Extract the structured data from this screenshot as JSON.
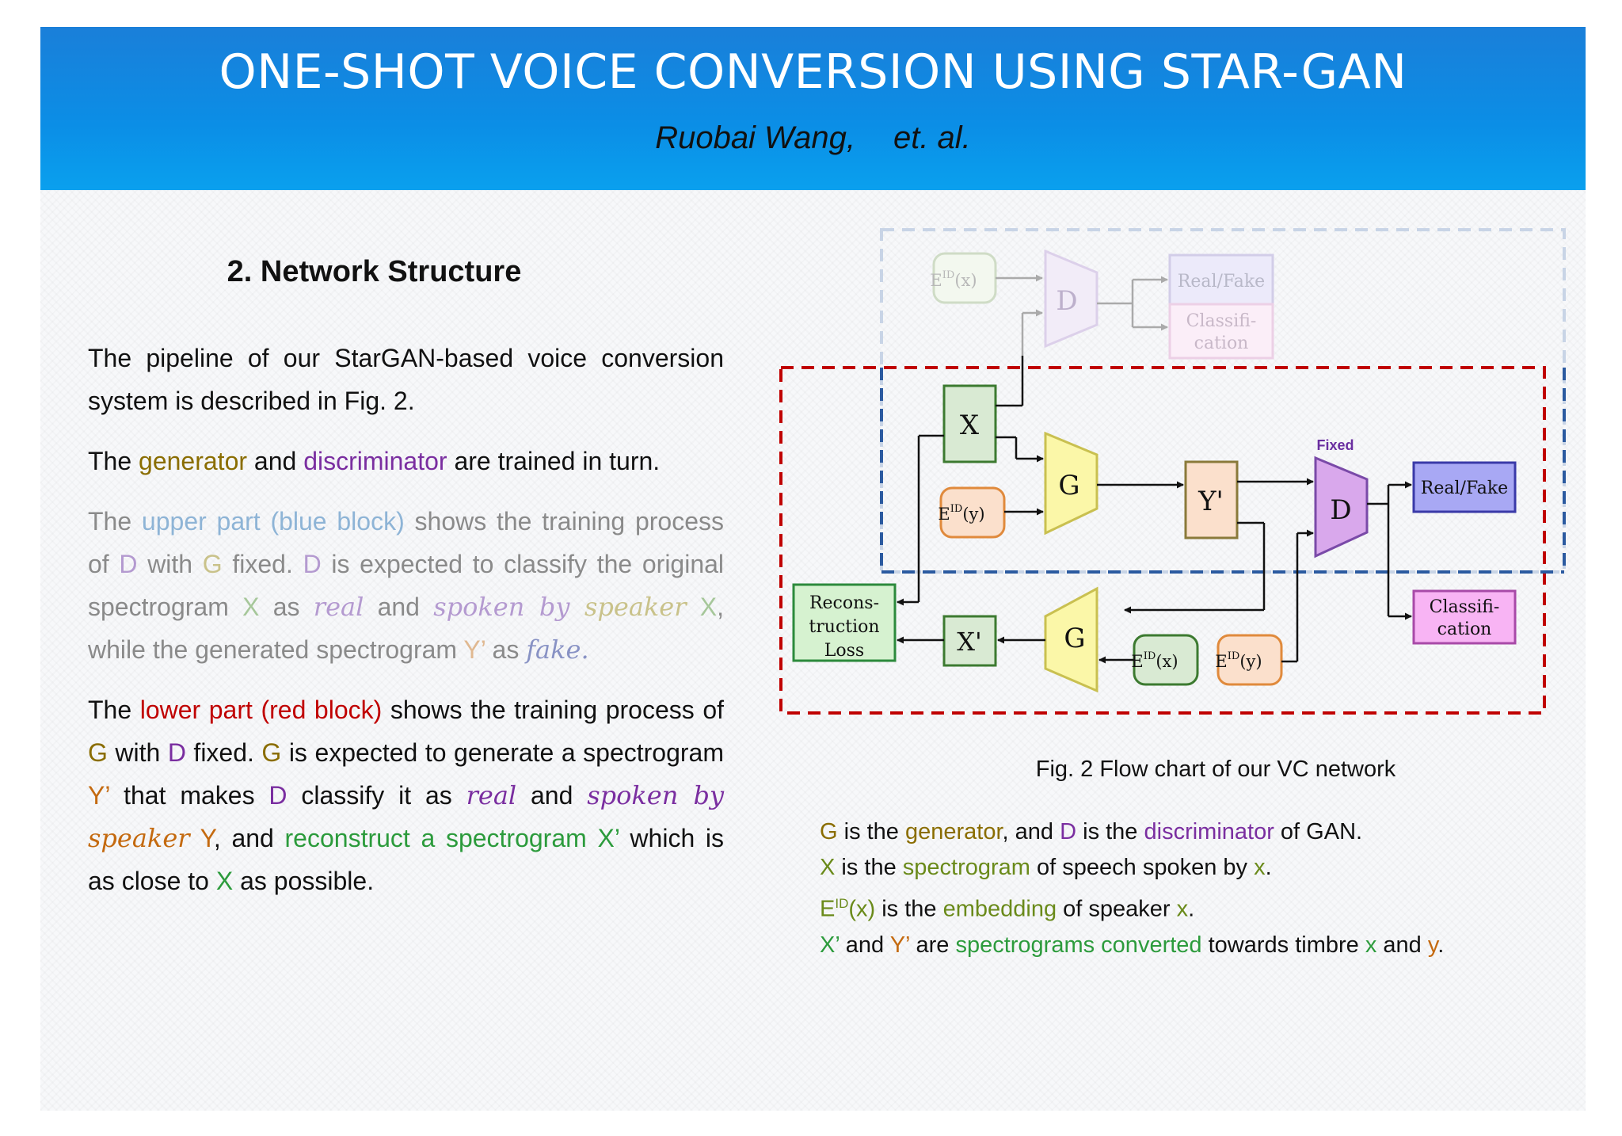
{
  "header": {
    "title": "ONE-SHOT VOICE CONVERSION USING STAR-GAN",
    "author": "Ruobai Wang,",
    "etal": "et. al."
  },
  "section": {
    "title": "2. Network Structure"
  },
  "text": {
    "p1": "The pipeline of our StarGAN-based voice conversion system is described in Fig. 2.",
    "p2_a": "The ",
    "p2_gen": "generator",
    "p2_b": " and ",
    "p2_dis": "discriminator",
    "p2_c": " are trained in turn.",
    "p3_a": "The ",
    "p3_upper": "upper part (blue block)",
    "p3_b": " shows the training process of ",
    "p3_D1": "D",
    "p3_c": " with ",
    "p3_G": "G",
    "p3_d": " fixed. ",
    "p3_D2": "D",
    "p3_e": " is expected to classify the original spectrogram ",
    "p3_X1": "X",
    "p3_f": " as ",
    "p3_real": "real",
    "p3_g": " and ",
    "p3_spoken": "spoken by ",
    "p3_speaker": "speaker",
    "p3_X2": " X",
    "p3_h": ", while the generated spectrogram ",
    "p3_Y": "Y’",
    "p3_i": " as ",
    "p3_fake": "fake.",
    "p4_a": "The ",
    "p4_lower": "lower part (red block)",
    "p4_b": " shows the training process of ",
    "p4_G1": "G",
    "p4_c": " with ",
    "p4_D1": "D",
    "p4_d": " fixed. ",
    "p4_G2": "G",
    "p4_e": " is expected to generate a spectrogram ",
    "p4_Y1": "Y’",
    "p4_f": " that makes ",
    "p4_D2": "D",
    "p4_g": " classify it as ",
    "p4_real": "real",
    "p4_h": " and ",
    "p4_spoken": "spoken by ",
    "p4_speaker": "speaker",
    "p4_Y2": " Y",
    "p4_i": ", and ",
    "p4_recon": "reconstruct a spectrogram X’",
    "p4_j": " which is as close to ",
    "p4_X": "X",
    "p4_k": " as possible."
  },
  "diagram": {
    "top_eid_x_base": "E",
    "top_eid_x_sup": "ID",
    "top_eid_x_arg": "(x)",
    "top_D": "D",
    "top_realfake": "Real/Fake",
    "top_class_1": "Classifi-",
    "top_class_2": "cation",
    "X": "X",
    "G1": "G",
    "eid_y_base": "E",
    "eid_y_sup": "ID",
    "eid_y_arg": "(y)",
    "Yp": "Y'",
    "fixed": "Fixed",
    "D": "D",
    "realfake": "Real/Fake",
    "class_1": "Classifi-",
    "class_2": "cation",
    "recon_1": "Recons-",
    "recon_2": "truction",
    "recon_3": "Loss",
    "Xp": "X'",
    "G2": "G",
    "eid_x2_base": "E",
    "eid_x2_sup": "ID",
    "eid_x2_arg": "(x)",
    "eid_y2_base": "E",
    "eid_y2_sup": "ID",
    "eid_y2_arg": "(y)"
  },
  "caption": "Fig. 2  Flow chart of our VC network",
  "legend": {
    "l1_G": "G",
    "l1_a": " is the ",
    "l1_gen": "generator",
    "l1_b": ", and ",
    "l1_D": "D",
    "l1_c": " is the ",
    "l1_dis": "discriminator",
    "l1_d": " of GAN.",
    "l2_X": "X",
    "l2_a": " is the ",
    "l2_spec": "spectrogram",
    "l2_b": " of speech spoken by ",
    "l2_x": "x",
    "l2_c": ".",
    "l3_E": "E",
    "l3_sup": "ID",
    "l3_arg": "(x)",
    "l3_a": " is the ",
    "l3_emb": "embedding",
    "l3_b": " of speaker ",
    "l3_x": "x",
    "l3_c": ".",
    "l4_X": "X’",
    "l4_a": " and ",
    "l4_Y": "Y’",
    "l4_b": " are ",
    "l4_conv": "spectrograms converted",
    "l4_c": " towards timbre ",
    "l4_x": "x",
    "l4_d": " and ",
    "l4_y": "y",
    "l4_e": "."
  },
  "colors": {
    "header_blue": "#0b8ee6",
    "generator": "#8a6d00",
    "discriminator": "#7a2ea0",
    "red_block": "#c00000",
    "blue_block": "#2b5aa0",
    "green": "#2c9b3c"
  }
}
